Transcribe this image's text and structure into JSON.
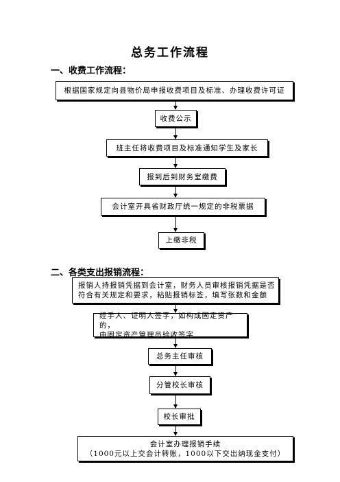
{
  "title": "总务工作流程",
  "section1": {
    "heading": "一、收费工作流程：",
    "steps": [
      "根据国家规定向县物价局申报收费项目及标准、办理收费许可证",
      "收费公示",
      "班主任将收费项目及标准通知学生及家长",
      "报到后到财务室缴费",
      "会计室开具省财政厅统一规定的非税票据",
      "上缴非税"
    ]
  },
  "section2": {
    "heading": "二、各类支出报销流程：",
    "steps": [
      {
        "line1": "报销人持报销凭据到会计室，财务人员审核报销凭据是否",
        "line2": "符合有关规定和要求，粘贴报销标签，填写张数和金额"
      },
      {
        "line1": "经手人、证明人签字，如构成固定资产的，",
        "line2": "由固定资产管理员验收签字"
      },
      {
        "line1": "总务主任审核"
      },
      {
        "line1": "分管校长审核"
      },
      {
        "line1": "校长审批"
      },
      {
        "line1": "会计室办理报销手续",
        "line2": "（1000元以上交会计转账，1000以下交出纳现金支付）"
      }
    ]
  }
}
